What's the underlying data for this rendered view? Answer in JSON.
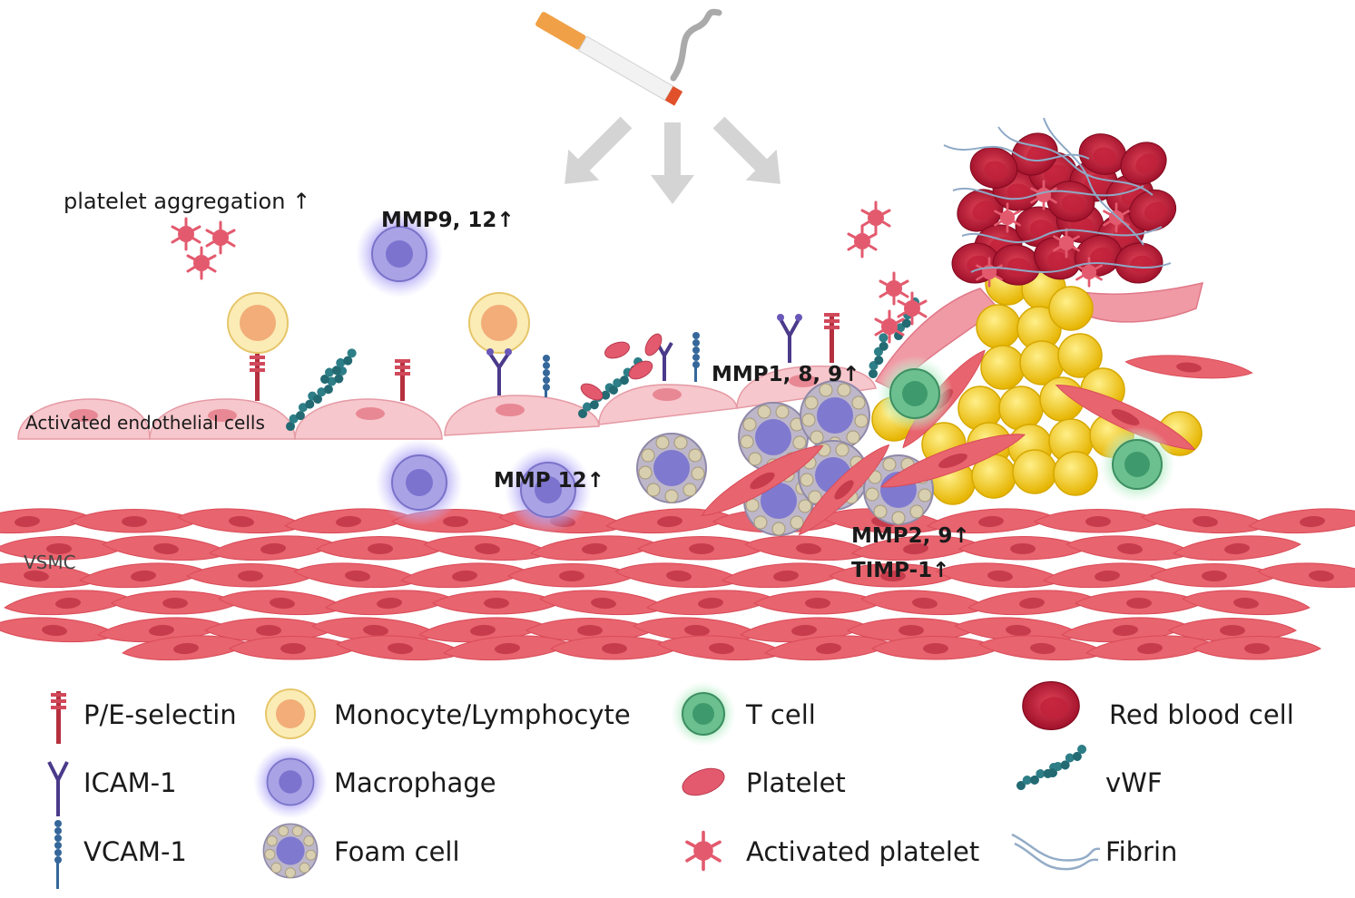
{
  "labels": {
    "platelet_aggregation": "platelet aggregation ↑",
    "mmp9_12": "MMP9, 12↑",
    "mmp1_8_9": "MMP1, 8, 9↑",
    "mmp12": "MMP 12↑",
    "mmp2_9": "MMP2, 9↑",
    "timp1": "TIMP-1↑",
    "endothelial": "Activated endothelial cells",
    "vsmc": "VSMC"
  },
  "legend": {
    "pe_selectin": "P/E-selectin",
    "icam1": "ICAM-1",
    "vcam1": "VCAM-1",
    "monocyte": "Monocyte/Lymphocyte",
    "macrophage": "Macrophage",
    "foam_cell": "Foam cell",
    "t_cell": "T cell",
    "platelet": "Platelet",
    "activated_platelet": "Activated platelet",
    "red_blood_cell": "Red blood cell",
    "vwf": "vWF",
    "fibrin": "Fibrin"
  },
  "colors": {
    "vsmc_fill": "#e8606a",
    "vsmc_nucleus": "#c63a4a",
    "endothelial_fill": "#f6c7cc",
    "macrophage": "#8b86d6",
    "foam": "#b8b0a0",
    "monocyte": "#f5d98a",
    "t_cell": "#5fb58a",
    "rbc": "#b3122f",
    "fat": "#f2c81e",
    "vwf": "#236a73",
    "arrow": "#d3d3d3"
  }
}
